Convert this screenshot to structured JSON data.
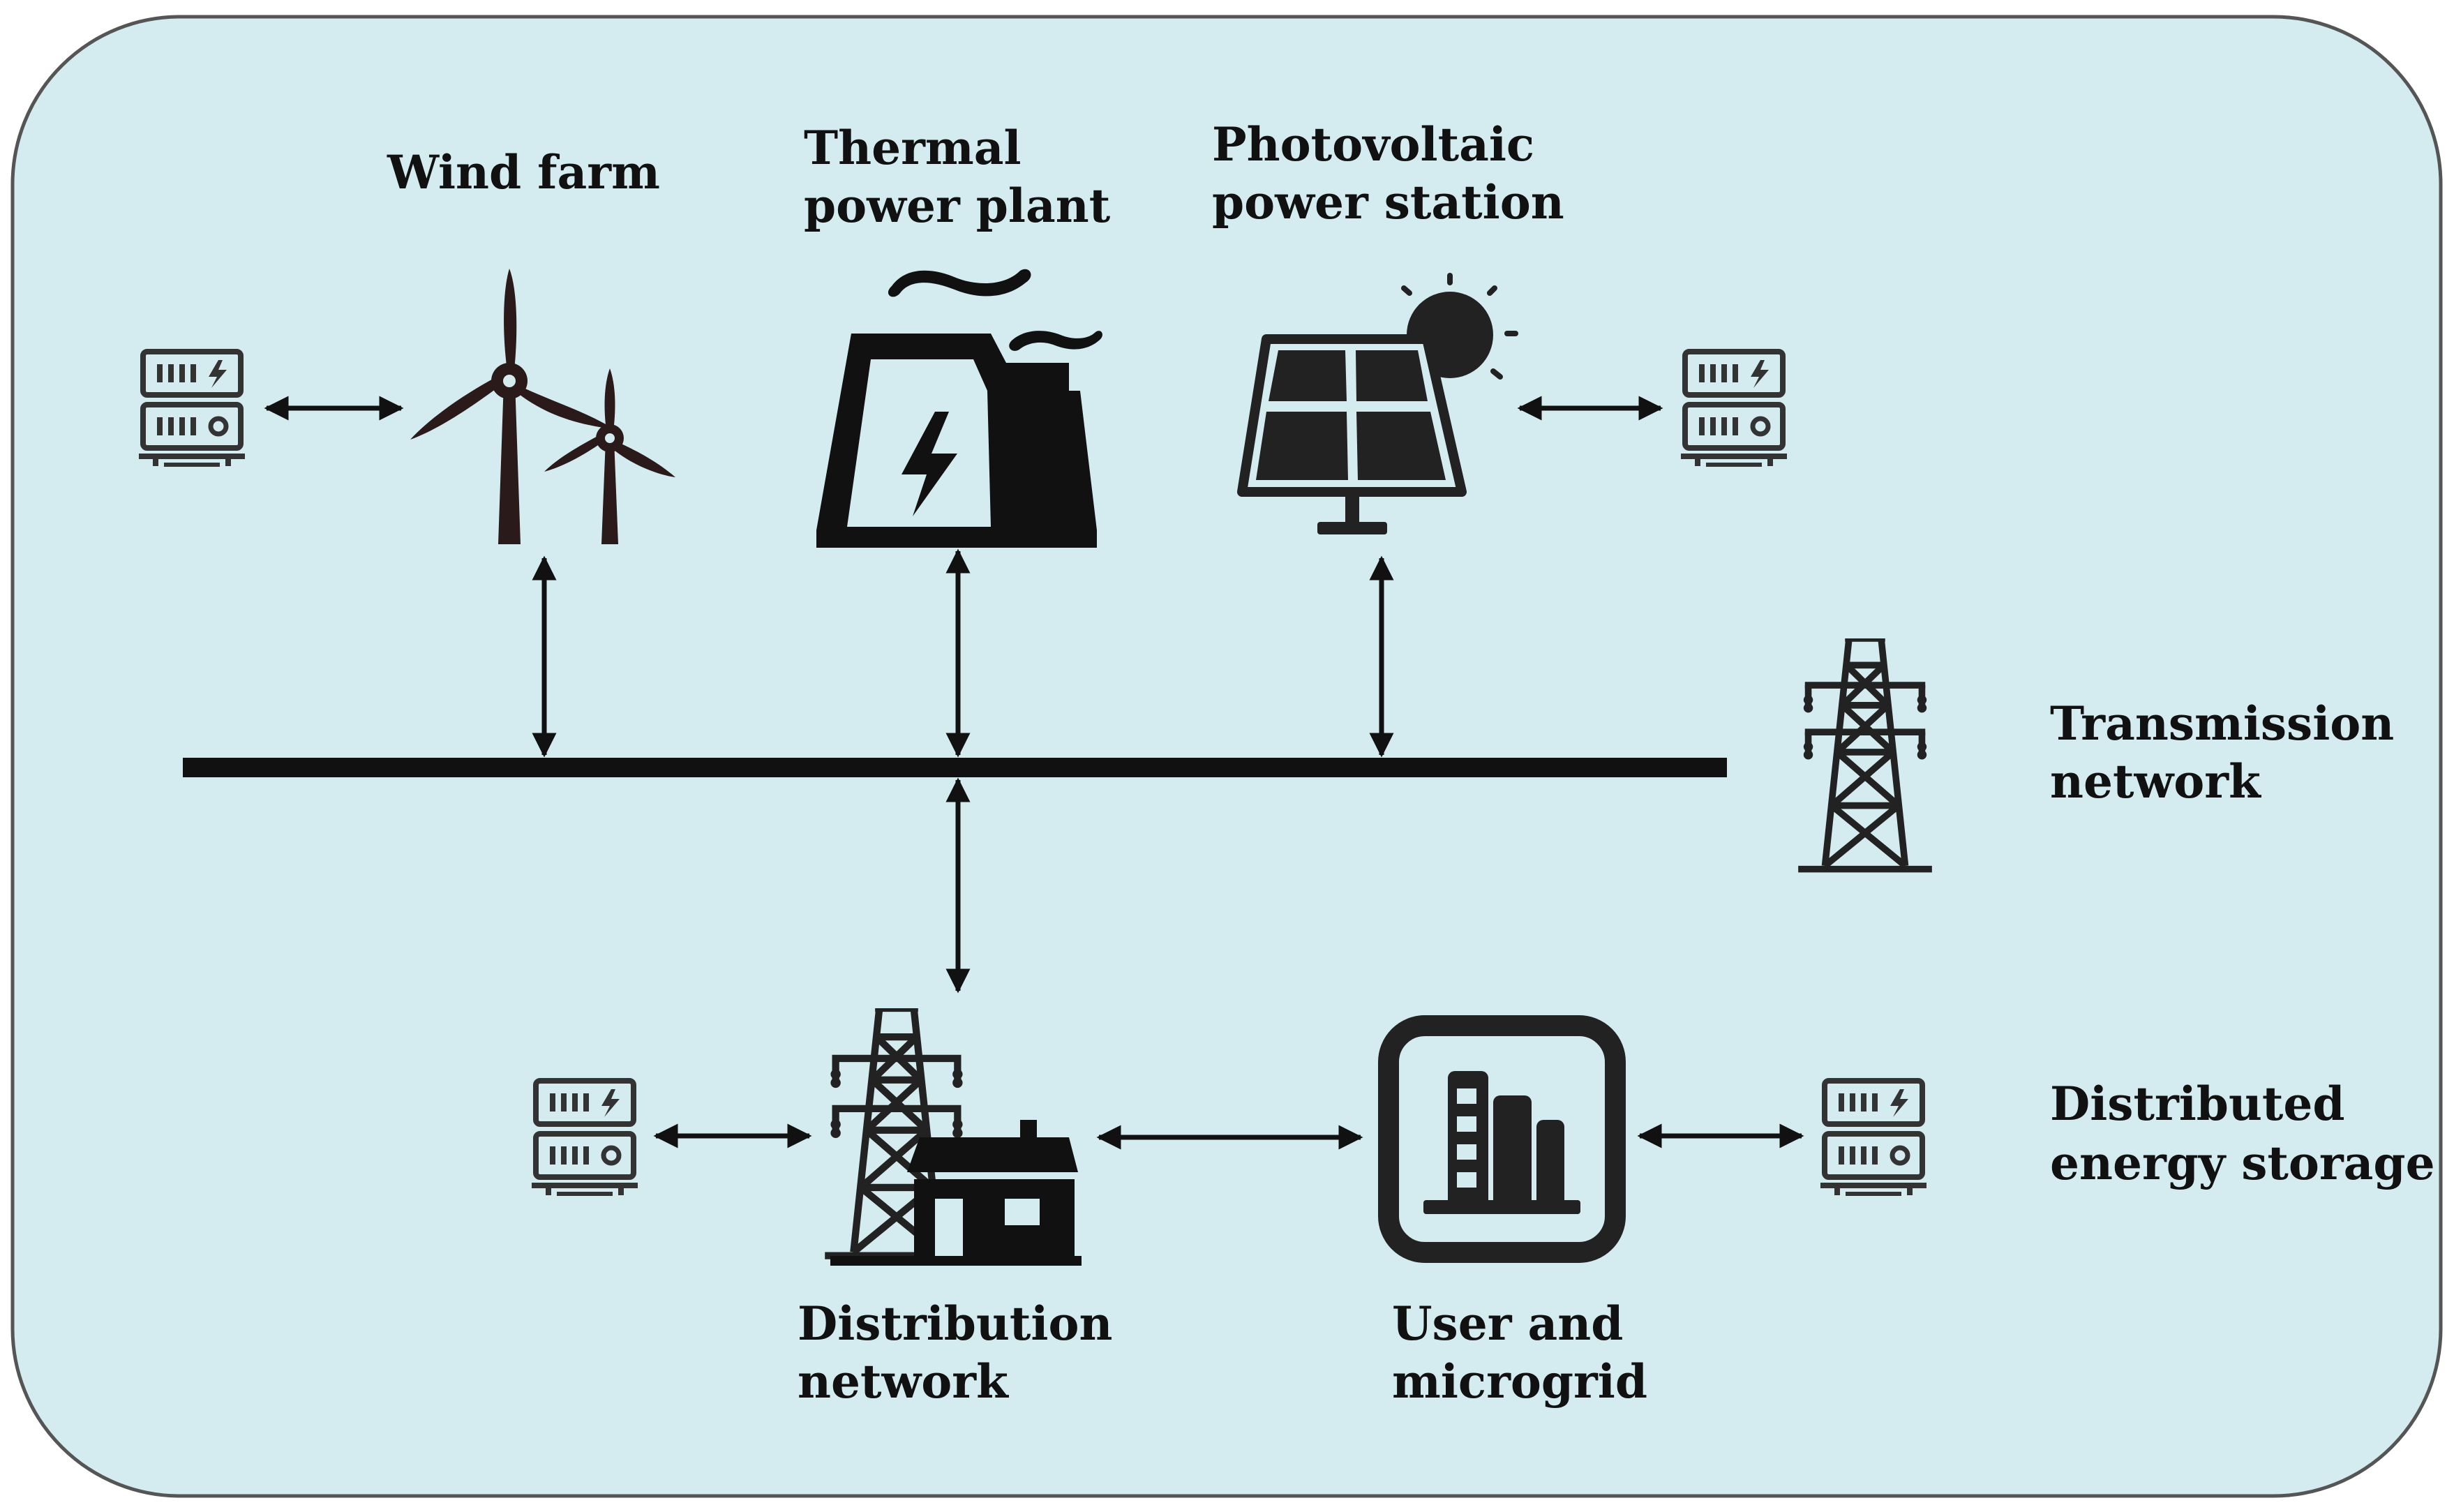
{
  "labels": {
    "wind_farm": "Wind farm",
    "thermal_1": "Thermal",
    "thermal_2": "power plant",
    "pv_1": "Photovoltaic",
    "pv_2": "power station",
    "transmission_1": "Transmission",
    "transmission_2": "network",
    "storage_1": "Distributed",
    "storage_2": "energy storage",
    "distribution_1": "Distribution",
    "distribution_2": "network",
    "user_1": "User and",
    "user_2": "microgrid"
  },
  "colors": {
    "background": "#d4ecf0",
    "border": "#555555",
    "ink": "#111111",
    "turbine": "#2a1a1a"
  },
  "icons": [
    "battery-icon",
    "wind-turbine-icon",
    "thermal-plant-icon",
    "solar-panel-icon",
    "pylon-icon",
    "substation-house-icon",
    "microgrid-icon"
  ]
}
